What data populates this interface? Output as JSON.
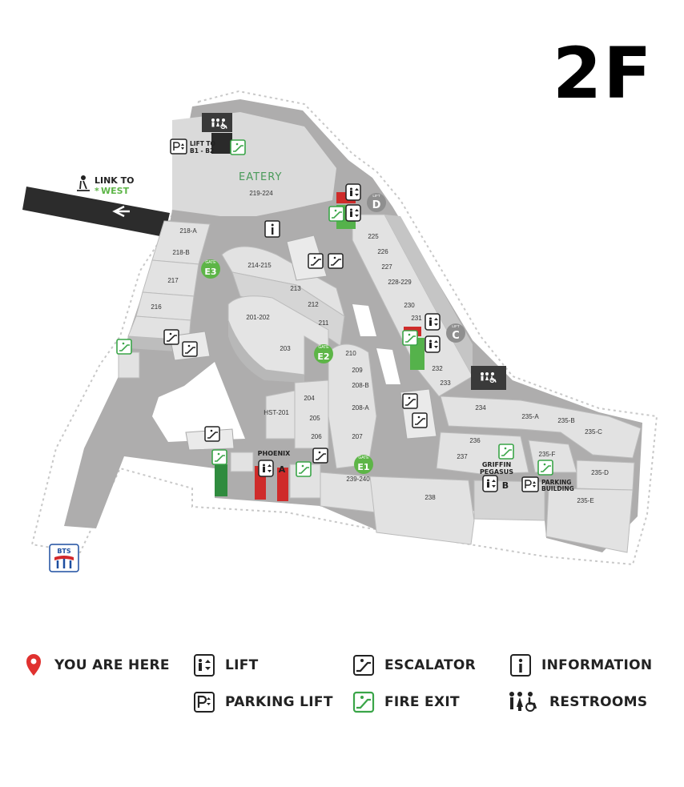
{
  "floor": "2F",
  "link": {
    "line1": "LINK TO",
    "line2a": "*",
    "line2b": "WEST"
  },
  "eatery": {
    "small": "EATERY",
    "units": "219-224"
  },
  "lift_b1_b2": {
    "line1": "LIFT TO",
    "line2": "B1 - B2"
  },
  "lift_labels": {
    "d": "D",
    "c": "C",
    "a": "A",
    "b": "B",
    "word": "LIFT"
  },
  "places": {
    "phoenix": "PHOENIX",
    "griffin": "GRIFFIN",
    "pegasus": "PEGASUS",
    "parking1": "PARKING",
    "parking2": "BUILDING"
  },
  "gates": [
    {
      "word": "GATE",
      "code": "E3"
    },
    {
      "word": "GATE",
      "code": "E2"
    },
    {
      "word": "GATE",
      "code": "E1"
    }
  ],
  "units": [
    "225",
    "226",
    "227",
    "228-229",
    "230",
    "231",
    "232",
    "233",
    "218-A",
    "218-B",
    "217",
    "216",
    "214-215",
    "213",
    "212",
    "211",
    "201-202",
    "203",
    "210",
    "209",
    "208-B",
    "208-A",
    "207",
    "204",
    "205",
    "206",
    "HST-201",
    "234",
    "235-A",
    "235-B",
    "235-C",
    "236",
    "237",
    "235-F",
    "235-D",
    "235-E",
    "239-240",
    "238"
  ],
  "bts": "BTS",
  "legend": {
    "you_are_here": "YOU ARE HERE",
    "lift": "LIFT",
    "escalator": "ESCALATOR",
    "information": "INFORMATION",
    "parking_lift": "PARKING LIFT",
    "fire_exit": "FIRE EXIT",
    "restrooms": "RESTROOMS"
  },
  "colors": {
    "floor": "#aeadad",
    "units": "#e4e4e4",
    "unit_side": "#bcbcbc",
    "dark": "#444444",
    "gate": "#5db547",
    "fire": "#3aa548",
    "lift_red": "#d0302e",
    "pin": "#e0312f",
    "lift_bubble": "#8f8f8f"
  }
}
